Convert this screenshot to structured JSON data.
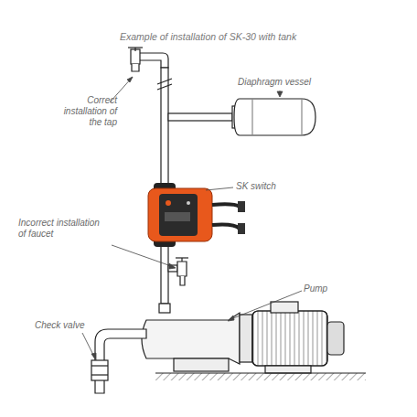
{
  "diagram": {
    "title": "Example of installation of SK-30 with tank",
    "labels": [
      "Correct installation of the tap",
      "Diaphragm vessel",
      "SK switch",
      "Incorrect installation of faucet",
      "Pump",
      "Check valve"
    ]
  }
}
